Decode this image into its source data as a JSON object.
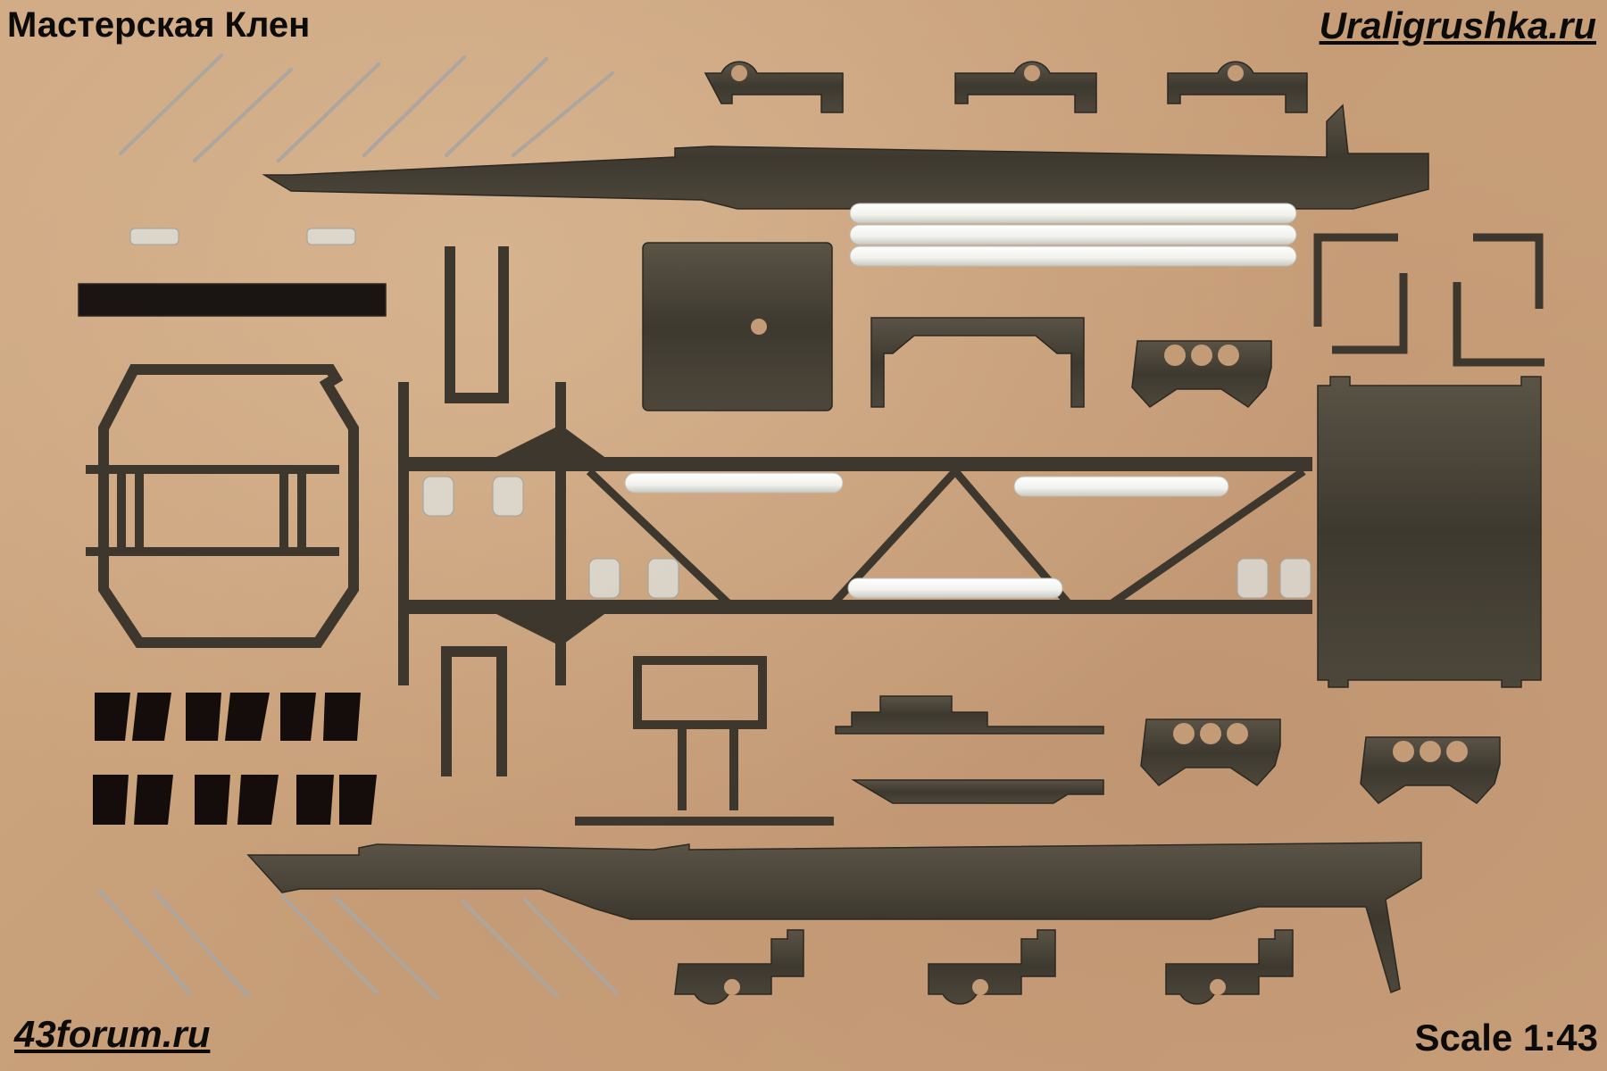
{
  "captions": {
    "top_left": "Мастерская Клен",
    "top_right": "Uraligrushka.ru",
    "bottom_left": "43forum.ru",
    "bottom_right": "Scale 1:43"
  },
  "colors": {
    "background": "#c9a37e",
    "metal": "#4a4439",
    "plastic_white": "#f4f4f0",
    "rubber_black": "#140d0b",
    "pin_silver": "#b9b4ad",
    "clear_plastic": "#dfe3e0",
    "text": "#0d0b08"
  }
}
